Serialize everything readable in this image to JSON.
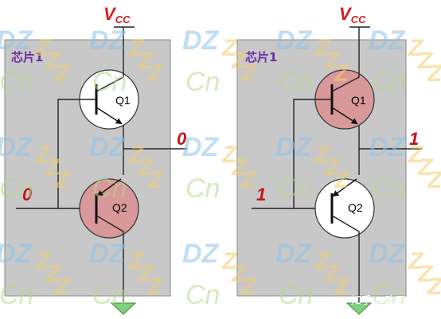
{
  "left_panel": {
    "chip_label": "芯片1",
    "supply_label": {
      "main": "V",
      "sub": "CC"
    },
    "output_value": "0",
    "input_value": "0",
    "upper_transistor": "Q1",
    "lower_transistor": "Q2",
    "active_transistor": "Q2"
  },
  "right_panel": {
    "chip_label": "芯片1",
    "supply_label": {
      "main": "V",
      "sub": "CC"
    },
    "output_value": "1",
    "input_value": "1",
    "upper_transistor": "Q1",
    "lower_transistor": "Q2",
    "active_transistor": "Q1"
  },
  "watermark": {
    "word_a": "DZ",
    "word_b": "Cn",
    "letter": "Z"
  },
  "credit": "知乎 @吹又生",
  "colors": {
    "panel_fill": "#c8c8c8",
    "panel_border": "#8a8a8a",
    "active_transistor": "#d9989a",
    "inactive_transistor": "#ffffff",
    "logic_text": "#c0161b",
    "chip_label": "#6a2fa3",
    "ground": "#7fd07f"
  }
}
